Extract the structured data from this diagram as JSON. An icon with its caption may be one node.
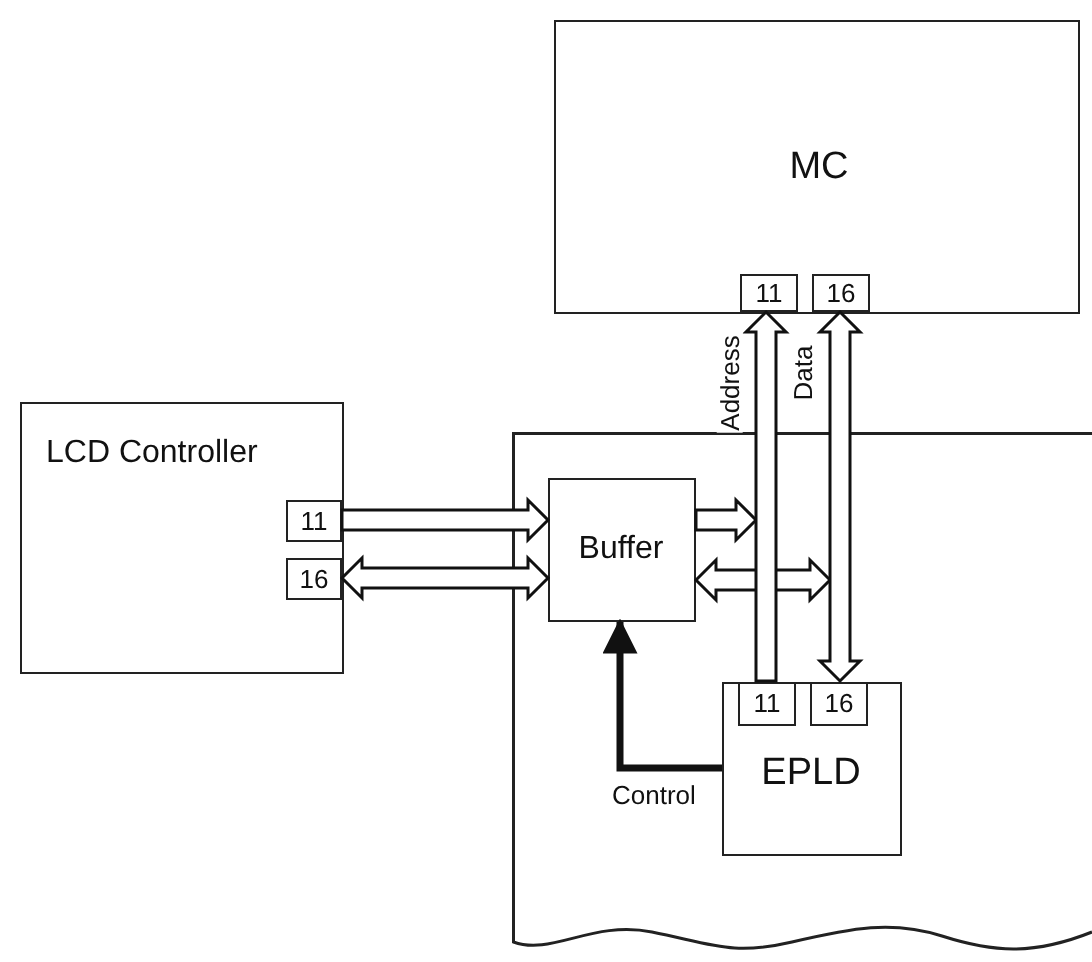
{
  "diagram": {
    "nodes": [
      {
        "text": [
          "MC"
        ]
      },
      {
        "text": [
          "11"
        ],
        "in": 0
      },
      {
        "text": [
          "16"
        ],
        "in": 0
      },
      {
        "text": [
          "LCD Controller"
        ]
      },
      {
        "text": [
          "11"
        ],
        "in": 3
      },
      {
        "text": [
          "16"
        ],
        "in": 3
      },
      {
        "text": [],
        "shape": "box"
      },
      {
        "text": [
          "Buffer"
        ],
        "in": 6
      },
      {
        "text": [
          "EPLD"
        ],
        "in": 6
      },
      {
        "text": [
          "11"
        ],
        "in": 8
      },
      {
        "text": [
          "16"
        ],
        "in": 8
      }
    ],
    "edges": [
      {
        "from": 4,
        "to": 7,
        "arrow": "to"
      },
      {
        "from": 5,
        "to": 7,
        "arrow": "both"
      },
      {
        "from": 7,
        "to": null,
        "arrow": "to"
      },
      {
        "from": 7,
        "to": null,
        "arrow": "both"
      },
      {
        "from": 9,
        "to": 1,
        "arrow": "to",
        "label": "Address"
      },
      {
        "from": 2,
        "to": 10,
        "arrow": "both",
        "label": "Data"
      },
      {
        "from": 8,
        "to": 7,
        "arrow": "to",
        "label": "Control"
      }
    ]
  }
}
